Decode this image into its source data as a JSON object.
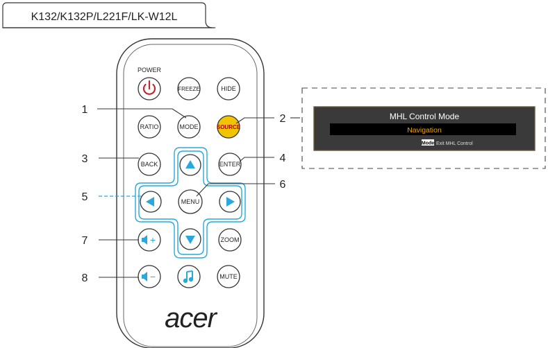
{
  "model_tab": "K132/K132P/L221F/LK-W12L",
  "remote": {
    "power_label": "POWER",
    "buttons": {
      "freeze": "FREEZE",
      "hide": "HIDE",
      "ratio": "RATIO",
      "mode": "MODE",
      "source": "SOURCE",
      "back": "BACK",
      "enter": "ENTER",
      "menu": "MENU",
      "zoom": "ZOOM",
      "mute": "MUTE",
      "vol_up": "+",
      "vol_down": "−"
    },
    "brand": "acer"
  },
  "callouts": [
    "1",
    "2",
    "3",
    "4",
    "5",
    "6",
    "7",
    "8"
  ],
  "osd": {
    "title": "MHL Control Mode",
    "selected": "Navigation",
    "key_badge": "Mode",
    "hint": "Exit MHL Control"
  },
  "colors": {
    "accent_blue": "#29a8df",
    "source_yellow": "#f2c300",
    "power_red": "#c0272d",
    "osd_bg": "#3a3a3a",
    "osd_highlight": "#f0a500"
  }
}
